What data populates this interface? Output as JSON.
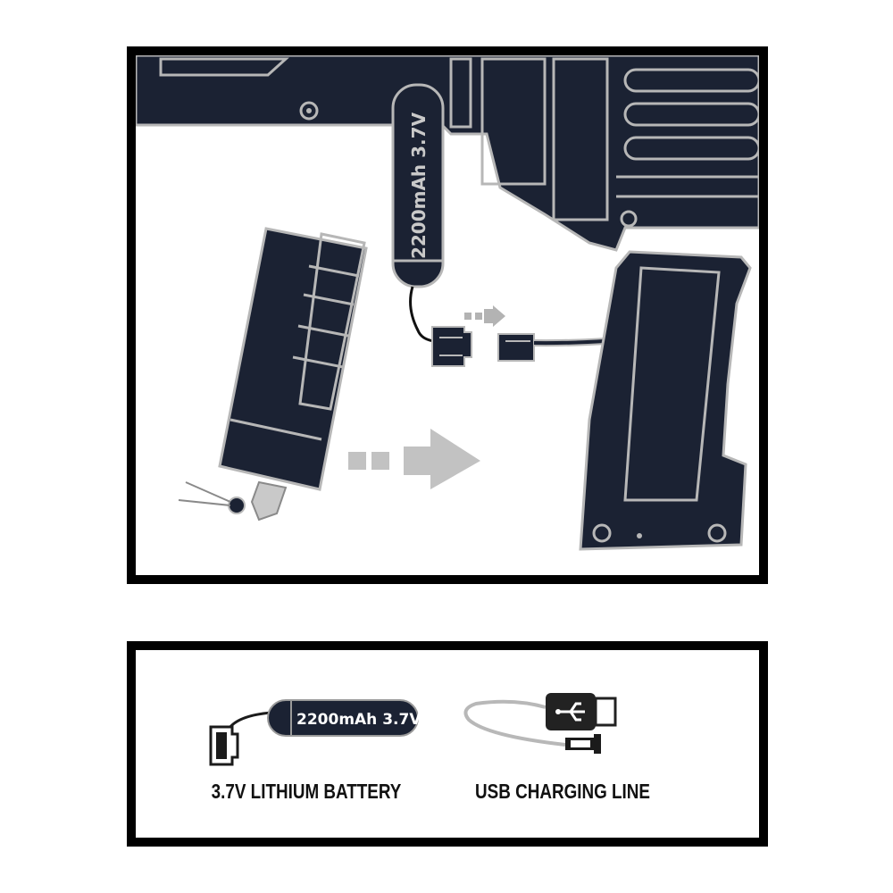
{
  "diagram": {
    "battery_cell_label": "2200mAh 3.7V",
    "colors": {
      "body": "#1b2233",
      "outline": "#b7b7b7",
      "frame": "#000000",
      "background": "#ffffff",
      "arrow": "#b3b3b3"
    }
  },
  "accessories": {
    "battery": {
      "label": "2200mAh 3.7V",
      "caption": "3.7V LITHIUM BATTERY",
      "icon": "battery-icon"
    },
    "usb": {
      "caption": "USB CHARGING LINE",
      "icon": "usb-cable-icon"
    }
  }
}
